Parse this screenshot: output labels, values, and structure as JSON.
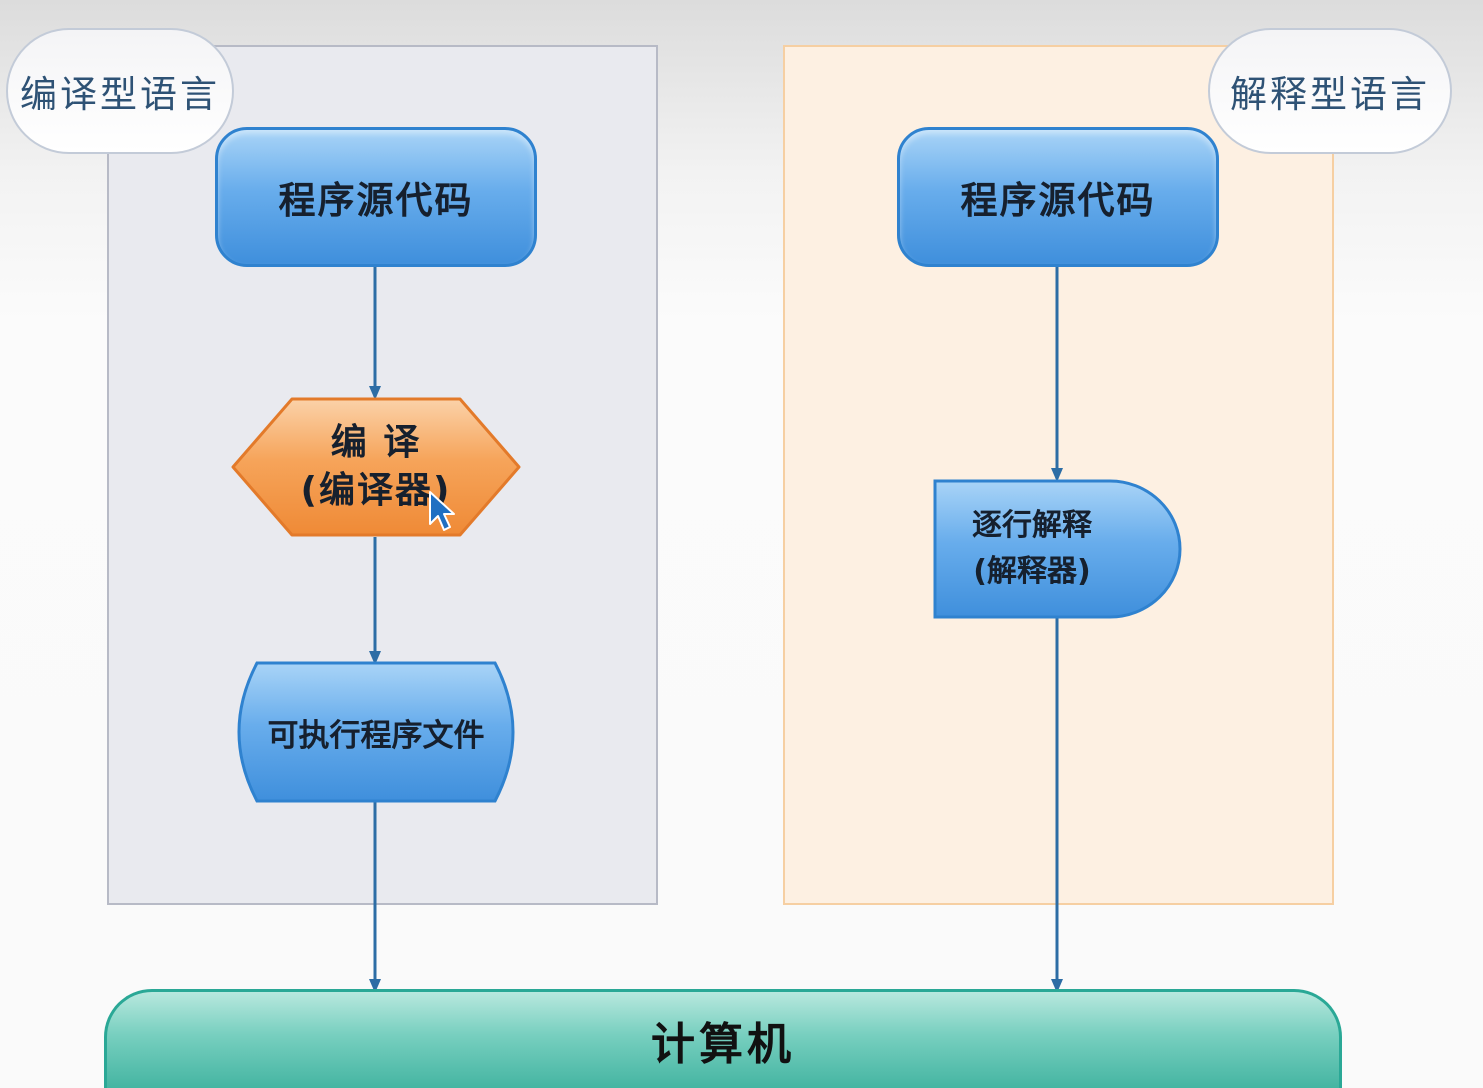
{
  "compiled": {
    "title": "编译型语言",
    "source": "程序源代码",
    "compile_line1": "编 译",
    "compile_line2": "(编译器)",
    "executable": "可执行程序文件"
  },
  "interpreted": {
    "title": "解释型语言",
    "source": "程序源代码",
    "interpret_line1": "逐行解释",
    "interpret_line2": "(解释器)"
  },
  "computer": "计算机",
  "colors": {
    "compiled_panel": "#e9eaef",
    "interpreted_panel": "#fdf0e2",
    "blue_node": "#5fa8ea",
    "orange_node": "#f49a4e",
    "teal_bar": "#5cc3b2",
    "connector": "#2d6da5"
  },
  "icons": [
    "mouse-cursor-icon",
    "arrow-down-icon"
  ]
}
